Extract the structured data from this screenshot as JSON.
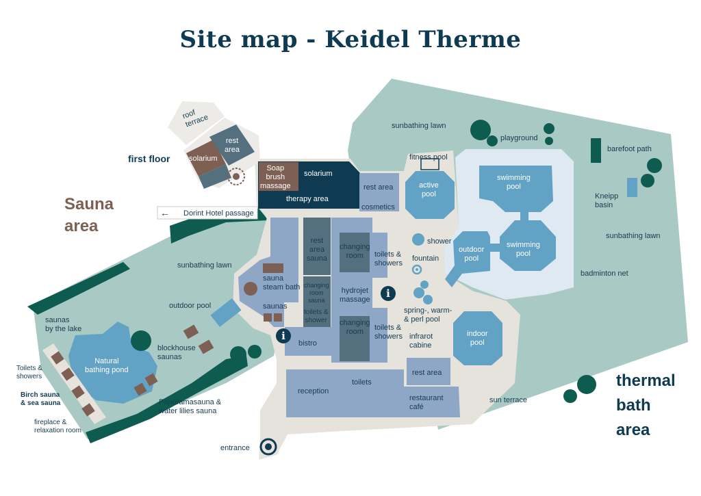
{
  "title": "Site map - Keidel Therme",
  "areas": {
    "first_floor": "first floor",
    "sauna_area_1": "Sauna",
    "sauna_area_2": "area",
    "thermal_1": "thermal",
    "thermal_2": "bath",
    "thermal_3": "area"
  },
  "labels": {
    "roof_terrace_1": "roof",
    "roof_terrace_2": "terrace",
    "rest_area_first_1": "rest",
    "rest_area_first_2": "area",
    "solarium_first": "solarium",
    "soap_brush_1": "Soap",
    "soap_brush_2": "brush",
    "soap_brush_3": "massage",
    "solarium": "solarium",
    "therapy_area": "therapy area",
    "dorint_passage": "Dorint Hotel passage",
    "rest_area_top": "rest area",
    "cosmetics": "cosmetics",
    "fitness_pool": "fitness pool",
    "active_pool_1": "active",
    "active_pool_2": "pool",
    "swimming_pool_a_1": "swimming",
    "swimming_pool_a_2": "pool",
    "swimming_pool_b_1": "swimming",
    "swimming_pool_b_2": "pool",
    "outdoor_pool_thermal_1": "outdoor",
    "outdoor_pool_thermal_2": "pool",
    "shower": "shower",
    "fountain": "fountain",
    "spring_pool_1": "spring-, warm-",
    "spring_pool_2": "& perl pool",
    "indoor_pool_1": "indoor",
    "indoor_pool_2": "pool",
    "infrared_1": "infrarot",
    "infrared_2": "cabine",
    "rest_area_bottom": "rest area",
    "restaurant_1": "restaurant",
    "restaurant_2": "café",
    "toilets": "toilets",
    "reception": "reception",
    "entrance": "entrance",
    "bistro": "bistro",
    "toilets_showers_1a": "toilets &",
    "toilets_showers_1b": "showers",
    "toilets_showers_2a": "toilets &",
    "toilets_showers_2b": "showers",
    "changing_room_1a": "changing",
    "changing_room_1b": "room",
    "changing_room_2a": "changing",
    "changing_room_2b": "room",
    "hydrojet_1": "hydrojet",
    "hydrojet_2": "massage",
    "rest_area_sauna_1": "rest",
    "rest_area_sauna_2": "area",
    "rest_area_sauna_3": "sauna",
    "changing_room_sauna_1": "changing",
    "changing_room_sauna_2": "room",
    "changing_room_sauna_3": "sauna",
    "toilets_shower_sauna_1": "toilets &",
    "toilets_shower_sauna_2": "shower",
    "sauna_steam_1": "sauna",
    "sauna_steam_2": "steam bath",
    "saunas": "saunas",
    "sunbathing_lawn_top": "sunbathing lawn",
    "playground": "playground",
    "barefoot_path": "barefoot path",
    "kneipp_1": "Kneipp",
    "kneipp_2": "basin",
    "sunbathing_lawn_right": "sunbathing lawn",
    "badminton_net": "badminton net",
    "sun_terrace": "sun terrace",
    "sunbathing_lawn_left": "sunbathing lawn",
    "outdoor_pool_sauna": "outdoor pool",
    "saunas_lake_1": "saunas",
    "saunas_lake_2": "by the lake",
    "natural_pond_1": "Natural",
    "natural_pond_2": "bathing pond",
    "blockhouse_1": "blockhouse",
    "blockhouse_2": "saunas",
    "toilets_showers_sauna_1": "Toilets &",
    "toilets_showers_sauna_2": "showers",
    "birch_sauna_1": "Birch sauna",
    "birch_sauna_2": "& sea sauna",
    "fireplace_1": "fireplace &",
    "fireplace_2": "relaxation room",
    "panorama_1": "Panoramasauna &",
    "panorama_2": "water lilies sauna"
  },
  "icons": {
    "info": "i",
    "arrow": "←"
  },
  "colors": {
    "title": "#0f3b52",
    "sauna_heading": "#7e5f53",
    "lawn": "#a9c9c4",
    "building": "#e6e3dd",
    "room_blue": "#8fa7c6",
    "room_dark": "#54707e",
    "pool": "#62a2c5",
    "pool_hall": "#dee9f1",
    "sauna_brown": "#7e5f53",
    "dark_green": "#0e5c50",
    "therapy_navy": "#0f3b52"
  }
}
